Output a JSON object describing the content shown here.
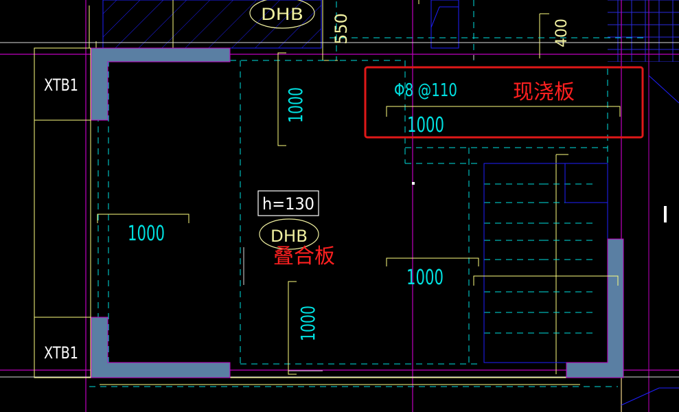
{
  "colors": {
    "background": "#000000",
    "wall_fill": "#5A7FA3",
    "magenta": "#C000C0",
    "yellow": "#FFFF80",
    "cyan": "#00E0E0",
    "blue": "#2020FF",
    "white": "#FFFFFF",
    "red_text": "#FF2020",
    "red_box": "#E01818",
    "pale_yellow": "#F0F0A0"
  },
  "labels": {
    "top_dhb": "DHB",
    "dim_550": "550",
    "dim_400": "400",
    "xtb_top": "XTB1",
    "xtb_bottom": "XTB1",
    "rebar": "Φ8 @110",
    "cast_slab": "现浇板",
    "dim_1000_cast": "1000",
    "dim_1000_vert_top": "1000",
    "slab_thickness": "h=130",
    "dim_1000_left": "1000",
    "mid_dhb": "DHB",
    "composite_slab": "叠合板",
    "dim_1000_right": "1000",
    "dim_1000_vert_bottom": "1000"
  }
}
